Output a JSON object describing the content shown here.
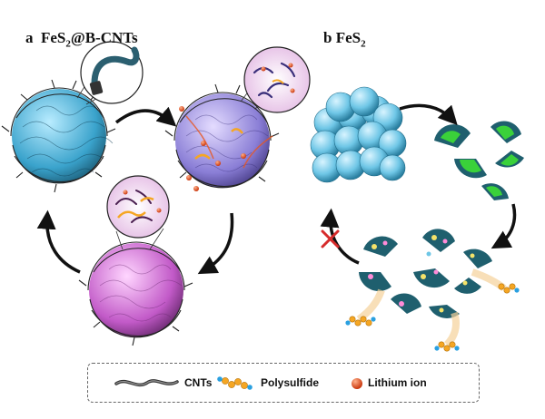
{
  "panel_a": {
    "letter": "a",
    "name_pre": "FeS",
    "name_sub": "2",
    "name_post": "@B-CNTs"
  },
  "panel_b": {
    "letter": "b",
    "name_pre": "FeS",
    "name_sub": "2"
  },
  "legend": {
    "cnts_label": "CNTs",
    "polysulfide_label": "Polysulfide",
    "lithium_label": "Lithium ion"
  },
  "colors": {
    "sphere_a1": "#5ab8d8",
    "sphere_a2": "#8c7fd4",
    "sphere_a3": "#c86ad0",
    "cube": "#6ec6e6",
    "fragment": "#1f5f6e",
    "fragment_green": "#3ad13a",
    "polysulfide": "#f5a623",
    "lithium": "#e8561e",
    "cross": "#d62b2b",
    "callout_bg": "#f1d2ee"
  }
}
